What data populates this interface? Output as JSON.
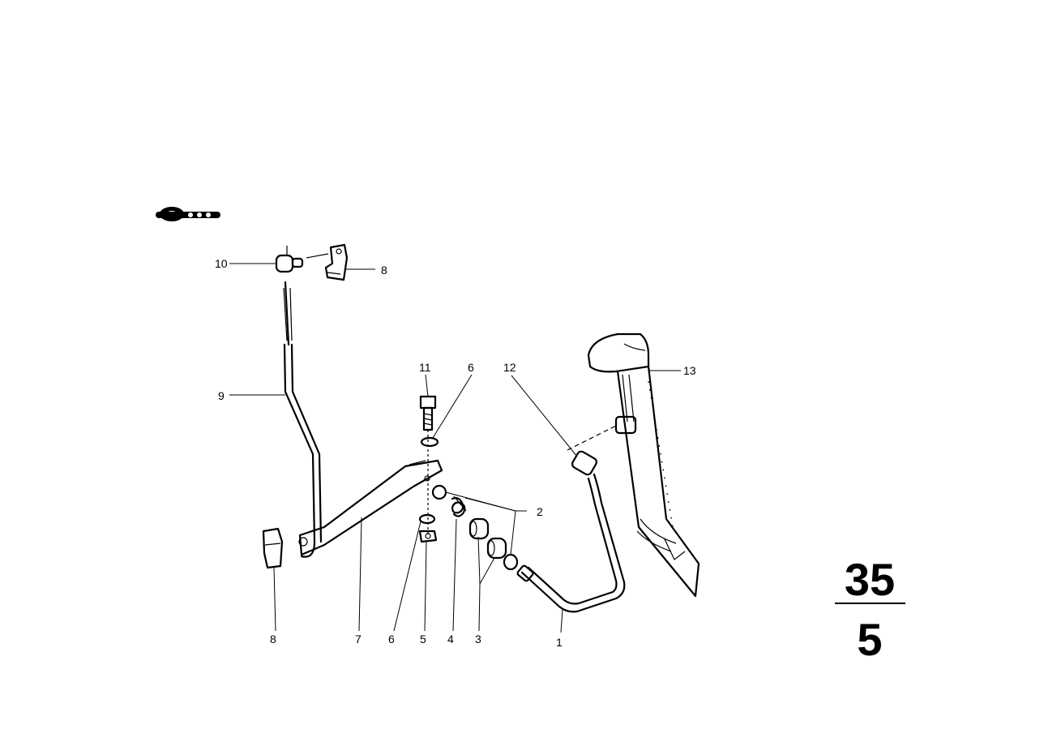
{
  "diagram": {
    "callouts": [
      {
        "key": "c10",
        "label": "10"
      },
      {
        "key": "c8a",
        "label": "8"
      },
      {
        "key": "c9",
        "label": "9"
      },
      {
        "key": "c11",
        "label": "11"
      },
      {
        "key": "c6a",
        "label": "6"
      },
      {
        "key": "c12",
        "label": "12"
      },
      {
        "key": "c13",
        "label": "13"
      },
      {
        "key": "c2",
        "label": "2"
      },
      {
        "key": "c8b",
        "label": "8"
      },
      {
        "key": "c7",
        "label": "7"
      },
      {
        "key": "c6b",
        "label": "6"
      },
      {
        "key": "c5",
        "label": "5"
      },
      {
        "key": "c4",
        "label": "4"
      },
      {
        "key": "c3",
        "label": "3"
      },
      {
        "key": "c1",
        "label": "1"
      }
    ],
    "group": {
      "main": "35",
      "sub": "5"
    },
    "icon": "car-silhouette-icon"
  }
}
